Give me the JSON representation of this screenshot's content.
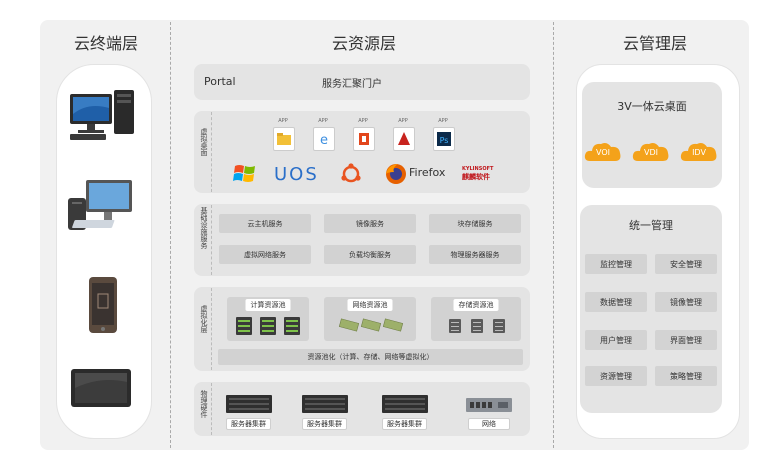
{
  "columns": {
    "terminal": "云终端层",
    "resource": "云资源层",
    "management": "云管理层"
  },
  "portal": {
    "label": "Portal",
    "title": "服务汇聚门户"
  },
  "virtual_desktop": {
    "label": "虚拟桌面",
    "app_tag": "APP",
    "logos": {
      "uos": "UOS",
      "firefox": "Firefox",
      "kylin": "麒麟软件",
      "kylin_brand": "KYLINSOFT"
    }
  },
  "infra_services": {
    "label": "基础设施服务",
    "items": [
      "云主机服务",
      "镜像服务",
      "块存储服务",
      "虚拟网络服务",
      "负载均衡服务",
      "物理服务器服务"
    ]
  },
  "virtualization": {
    "label": "虚拟化层",
    "pools": [
      "计算资源池",
      "网络资源池",
      "存储资源池"
    ],
    "pooling": "资源池化（计算、存储、网络等虚拟化）"
  },
  "hardware": {
    "label": "物理硬件",
    "items": [
      "服务器集群",
      "服务器集群",
      "服务器集群",
      "网络"
    ]
  },
  "management": {
    "desktop_title": "3V一体云桌面",
    "clouds": [
      "VOI",
      "VDI",
      "IDV"
    ],
    "unified_title": "统一管理",
    "items": [
      "监控管理",
      "安全管理",
      "数据管理",
      "镜像管理",
      "用户管理",
      "界面管理",
      "资源管理",
      "策略管理"
    ]
  },
  "colors": {
    "cloud": "#f4a21a",
    "panel": "#e4e4e4",
    "item": "#d2d2d2"
  }
}
